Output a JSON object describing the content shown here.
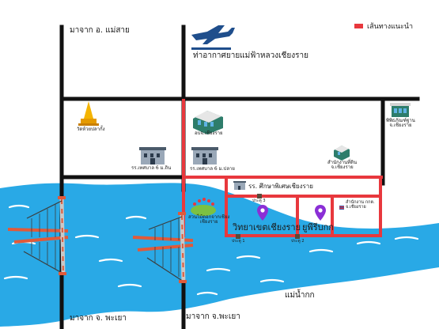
{
  "legend": {
    "label": "เส้นทางแนะนำ",
    "color": "#e8383d"
  },
  "labels": {
    "from_mae_sai": "มาจาก อ. แม่สาย",
    "airport": "ท่าอากาศยายแม่ฟ้าหลวงเชียงราย",
    "wat_huai_pla_kang": "วัดห้วยปลากั้ง",
    "provincial_hall": "อบจ.เชียงราย",
    "museum": "พิพิธภัณฑ์ฐาน\nจ.เชียงราย",
    "school_6_tin": "รร.เทศบาล 6 ม.ถิน",
    "school_6_plai": "รร.เทศบาล 6 ม.ปลาย",
    "land_office": "สำนักงานที่ดิน\nจ.เชียงราย",
    "special_ed_school": "รร. ศึกษาพิเศษเชียงราย",
    "park": "สวนไม้ดอกจากเชียง\nเชียงราย",
    "gate_3": "ประตู 3",
    "gate_1": "ประตู 1",
    "gate_2": "ประตู 2",
    "college": "วิทยาเขตเชียงราย",
    "uniprok": "ยูพีรีบกก",
    "office_kkt": "สำนักงาน กกต.\nจ.เชียงราย",
    "mae_kok_river": "แม่น้ำกก",
    "from_phayao_left": "มาจาก จ. พะเยา",
    "from_phayao_right": "มาจาก จ.พะเยา"
  },
  "colors": {
    "road": "#111111",
    "route": "#e8383d",
    "river": "#29a9e6",
    "bridge": "#e05a3a",
    "pin": "#8b2fd6",
    "airport_icon": "#1f4e8c"
  }
}
